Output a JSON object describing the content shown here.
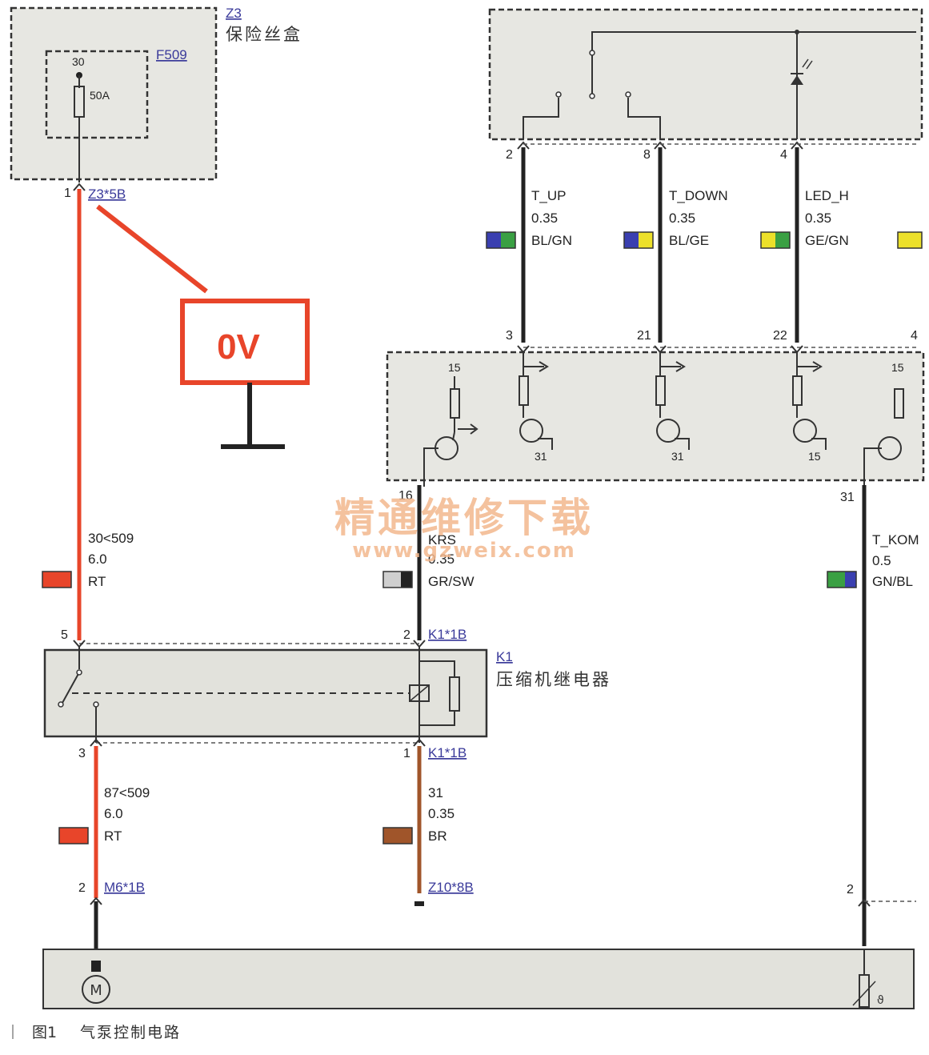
{
  "fuse_box": {
    "id": "Z3",
    "name": "保险丝盒",
    "fuse_id": "F509",
    "fuse_pin": "30",
    "fuse_rating": "50A",
    "connector": "Z3*5B",
    "connector_pin": "1"
  },
  "annotation": {
    "voltage": "0V"
  },
  "switch_module": {
    "pins": [
      "2",
      "8",
      "4"
    ]
  },
  "upper_wires": [
    {
      "name": "T_UP",
      "gauge": "0.35",
      "color": "BL/GN",
      "swatch": [
        "#3a3fb0",
        "#3aa043"
      ]
    },
    {
      "name": "T_DOWN",
      "gauge": "0.35",
      "color": "BL/GE",
      "swatch": [
        "#3a3fb0",
        "#ece02a"
      ]
    },
    {
      "name": "LED_H",
      "gauge": "0.35",
      "color": "GE/GN",
      "swatch": [
        "#ece02a",
        "#3aa043"
      ]
    }
  ],
  "control_module": {
    "pins_top": [
      "3",
      "21",
      "22",
      "4"
    ],
    "supply_label": "15",
    "ground_labels": [
      "31",
      "31",
      "15"
    ],
    "pin_krs": "16",
    "pin_tkom": "31"
  },
  "wire_main": {
    "name": "30<509",
    "gauge": "6.0",
    "color": "RT",
    "swatch": "#e8452a"
  },
  "wire_krs": {
    "name": "KRS",
    "gauge": "0.35",
    "color": "GR/SW",
    "swatch": [
      "#cfcfcf",
      "#222222"
    ]
  },
  "wire_tkom": {
    "name": "T_KOM",
    "gauge": "0.5",
    "color": "GN/BL",
    "swatch": [
      "#3aa043",
      "#3a3fb0"
    ]
  },
  "relay": {
    "id": "K1",
    "name": "压缩机继电器",
    "pin5": "5",
    "pin2": "2",
    "pin3": "3",
    "pin1": "1",
    "conn_top": "K1*1B",
    "conn_bottom": "K1*1B"
  },
  "wire_87": {
    "name": "87<509",
    "gauge": "6.0",
    "color": "RT",
    "swatch": "#e8452a"
  },
  "wire_31": {
    "name": "31",
    "gauge": "0.35",
    "color": "BR",
    "swatch": "#a0552a"
  },
  "motor": {
    "connector": "M6*1B",
    "pin": "2",
    "symbol": "M"
  },
  "ground_conn": "Z10*8B",
  "sensor": {
    "pin": "2",
    "symbol": "ϑ"
  },
  "watermark": {
    "line1": "精通维修下载",
    "line2": "www.gzweix.com"
  },
  "caption": {
    "fig": "图1",
    "text": "气泵控制电路"
  }
}
